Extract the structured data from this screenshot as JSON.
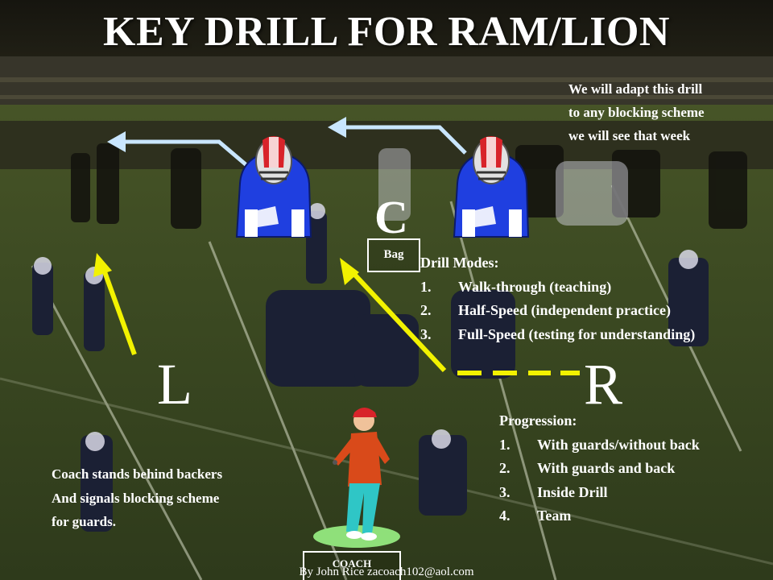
{
  "slide": {
    "title": "KEY DRILL FOR RAM/LION",
    "adapt_note": [
      "We will adapt this drill",
      "to any blocking scheme",
      "we will see that week"
    ],
    "labels": {
      "center": "C",
      "left": "L",
      "right": "R",
      "bag": "Bag",
      "coach": "COACH"
    },
    "drill_modes": {
      "heading": "Drill Modes:",
      "items": [
        {
          "num": "1.",
          "text": "Walk-through (teaching)"
        },
        {
          "num": "2.",
          "text": "Half-Speed (independent practice)"
        },
        {
          "num": "3.",
          "text": "Full-Speed (testing for understanding)"
        }
      ]
    },
    "progression": {
      "heading": "Progression:",
      "items": [
        {
          "num": "1.",
          "text": "With guards/without back"
        },
        {
          "num": "2.",
          "text": "With guards and back"
        },
        {
          "num": "3.",
          "text": "Inside Drill"
        },
        {
          "num": "4.",
          "text": "Team"
        }
      ]
    },
    "coach_note": [
      "Coach stands behind backers",
      "And signals blocking scheme",
      "for guards."
    ],
    "credit": "By John Rice zacoach102@aol.com"
  },
  "colors": {
    "arrow_yellow": "#f2f200",
    "arrow_light_blue": "#c9e6ff",
    "helmet_red": "#d8232a",
    "jersey_blue": "#1f3fe0",
    "coach_jacket": "#d94a1a",
    "coach_pants": "#2fc6c6",
    "coach_pad": "#8fe07a"
  }
}
